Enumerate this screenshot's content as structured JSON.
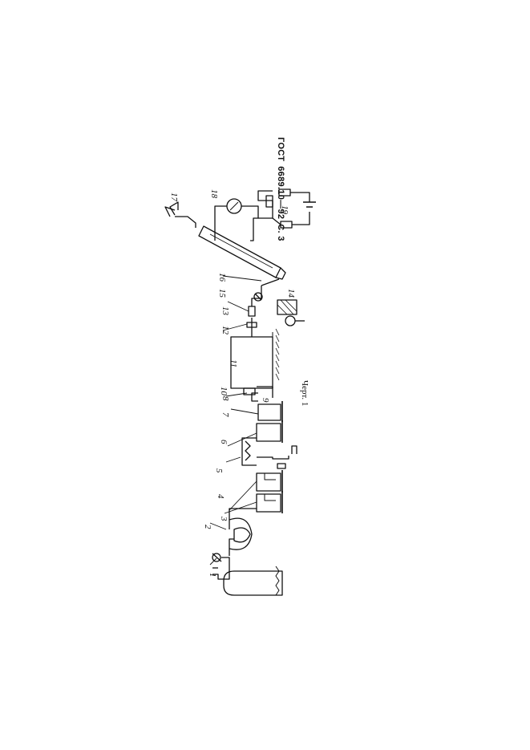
{
  "header": {
    "standard": "ГОСТ",
    "number": "6689.10—92",
    "page": "С. 3"
  },
  "figure": {
    "caption": "Черт. 1",
    "labels": [
      "1",
      "2",
      "3",
      "4",
      "5",
      "6",
      "7",
      "8",
      "9",
      "10",
      "11",
      "12",
      "13",
      "14",
      "15",
      "16",
      "17",
      "18",
      "19"
    ]
  }
}
